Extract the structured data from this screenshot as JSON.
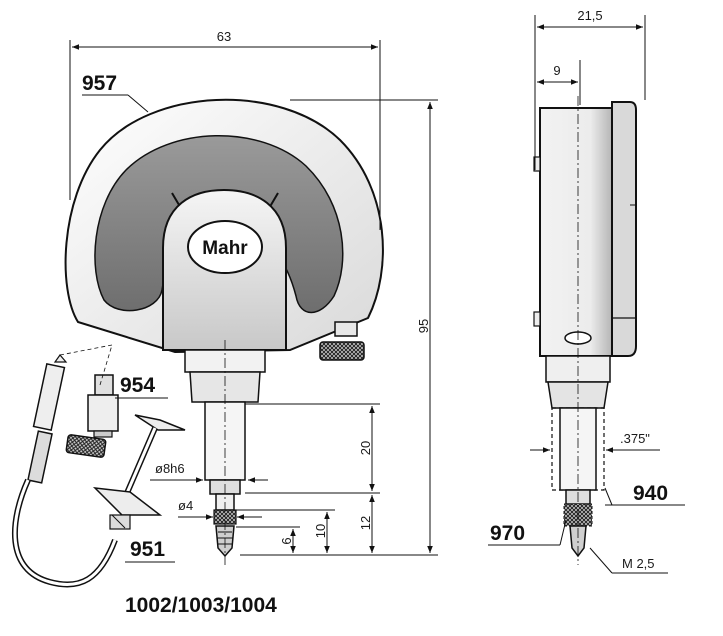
{
  "brand": "Mahr",
  "model_numbers": "1002/1003/1004",
  "accessories": {
    "cover": "957",
    "lifting_device": "954",
    "lever": "951",
    "stem_adapter": "940",
    "contact_point": "970"
  },
  "dimensions": {
    "width_total": "63",
    "height_total": "95",
    "depth_total": "21,5",
    "depth_front": "9",
    "stem_length": "20",
    "stem_diameter": "ø8h6",
    "spindle_diameter": "ø4",
    "spindle_length": "12",
    "tip_length": "10",
    "tip_short": "6",
    "adapter_diameter": ".375\"",
    "thread": "M 2,5"
  }
}
